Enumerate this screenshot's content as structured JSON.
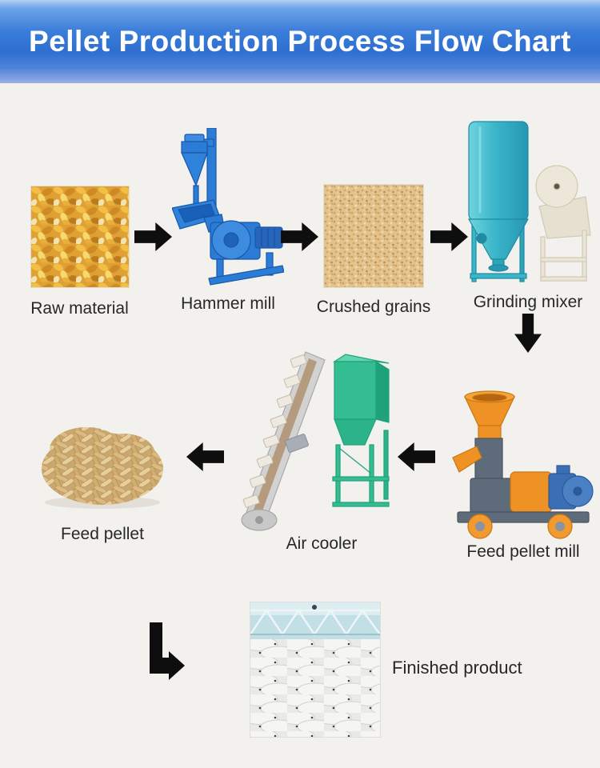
{
  "header": {
    "title": "Pellet Production Process Flow Chart"
  },
  "steps": [
    {
      "id": "raw-material",
      "label": "Raw material"
    },
    {
      "id": "hammer-mill",
      "label": "Hammer mill"
    },
    {
      "id": "crushed-grains",
      "label": "Crushed grains"
    },
    {
      "id": "grinding-mixer",
      "label": "Grinding mixer"
    },
    {
      "id": "feed-pellet-mill",
      "label": "Feed pellet mill"
    },
    {
      "id": "air-cooler",
      "label": "Air cooler"
    },
    {
      "id": "feed-pellet",
      "label": "Feed pellet"
    },
    {
      "id": "finished-product",
      "label": "Finished product"
    }
  ],
  "flow_order": [
    "Raw material",
    "Hammer mill",
    "Crushed grains",
    "Grinding mixer",
    "Feed pellet mill",
    "Air cooler",
    "Feed pellet",
    "Finished product"
  ],
  "colors": {
    "header_blue": "#2e6fd0",
    "machine_blue": "#2b7cd6",
    "mixer_teal": "#3ab5c9",
    "cooler_green": "#35bd92",
    "mill_orange": "#ef9226",
    "arrow_black": "#0e0e0e",
    "page_bg": "#f3f1ee"
  }
}
